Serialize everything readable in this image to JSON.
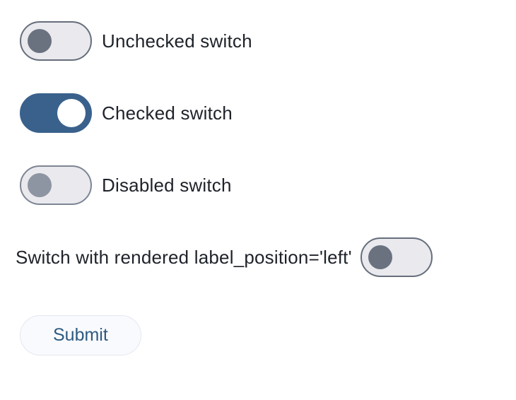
{
  "switches": [
    {
      "label": "Unchecked switch",
      "state": "unchecked",
      "label_position": "right"
    },
    {
      "label": "Checked switch",
      "state": "checked",
      "label_position": "right"
    },
    {
      "label": "Disabled switch",
      "state": "disabled",
      "label_position": "right"
    },
    {
      "label": "Switch with rendered label_position='left'",
      "state": "unchecked",
      "label_position": "left"
    }
  ],
  "submit": {
    "label": "Submit"
  },
  "colors": {
    "checked_track": "#3a618c",
    "unchecked_track": "#e9e9ee",
    "track_border": "#666e7c",
    "knob_unchecked": "#6a7280",
    "knob_checked": "#ffffff",
    "submit_text": "#2e5a80",
    "submit_bg": "#f9fafd"
  }
}
